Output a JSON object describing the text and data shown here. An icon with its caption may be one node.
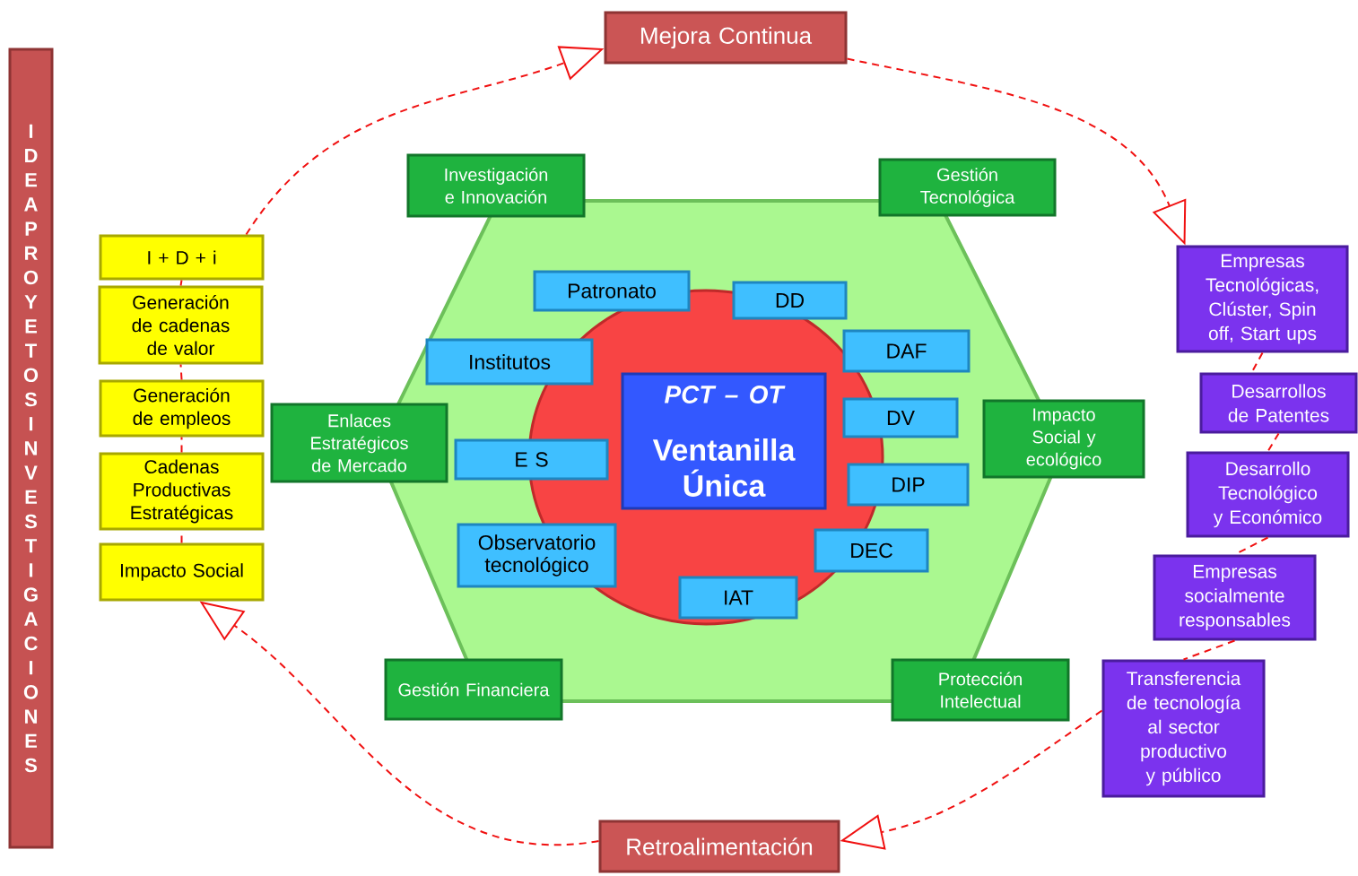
{
  "diagram": {
    "nodes": [
      {
        "text": [
          "IDEA PROYETOS INVESTIGACIONES"
        ]
      },
      {
        "text": [
          "Mejora Continua"
        ]
      },
      {
        "text": [
          "Retroalimentación"
        ]
      },
      {
        "text": [
          "Investigación e Innovación"
        ]
      },
      {
        "text": [
          "Gestión Tecnológica"
        ]
      },
      {
        "text": [
          "Enlaces Estratégicos de Mercado"
        ]
      },
      {
        "text": [
          "Impacto Social y ecológico"
        ]
      },
      {
        "text": [
          "Gestión Financiera"
        ]
      },
      {
        "text": [
          "Protección Intelectual"
        ]
      },
      {
        "text": [
          "Patronato"
        ]
      },
      {
        "text": [
          "DD"
        ]
      },
      {
        "text": [
          "Institutos"
        ]
      },
      {
        "text": [
          "DAF"
        ]
      },
      {
        "text": [
          "PCT – OT",
          "Ventanilla Única"
        ]
      },
      {
        "text": [
          "DV"
        ]
      },
      {
        "text": [
          "E S"
        ]
      },
      {
        "text": [
          "DIP"
        ]
      },
      {
        "text": [
          "Observatorio tecnológico"
        ]
      },
      {
        "text": [
          "DEC"
        ]
      },
      {
        "text": [
          "IAT"
        ]
      },
      {
        "text": [
          "I + D + i"
        ]
      },
      {
        "text": [
          "Generación de cadenas de valor"
        ]
      },
      {
        "text": [
          "Generación de empleos"
        ]
      },
      {
        "text": [
          "Cadenas Productivas Estratégicas"
        ]
      },
      {
        "text": [
          "Impacto Social"
        ]
      },
      {
        "text": [
          "Empresas Tecnológicas, Clúster, Spin off, Start ups"
        ]
      },
      {
        "text": [
          "Desarrollos de Patentes"
        ]
      },
      {
        "text": [
          "Desarrollo Tecnológico y Económico"
        ]
      },
      {
        "text": [
          "Empresas socialmente responsables"
        ]
      },
      {
        "text": [
          "Transferencia de tecnología al sector productivo y público"
        ]
      }
    ],
    "edges": [
      {
        "from": 24,
        "to": 23,
        "arrow": "none",
        "style": "dashed"
      },
      {
        "from": 23,
        "to": 22,
        "arrow": "none",
        "style": "dashed"
      },
      {
        "from": 22,
        "to": 21,
        "arrow": "none",
        "style": "dashed"
      },
      {
        "from": 21,
        "to": 20,
        "arrow": "none",
        "style": "dashed"
      },
      {
        "from": 20,
        "to": 1,
        "arrow": "to",
        "style": "dashed"
      },
      {
        "from": 1,
        "to": 25,
        "arrow": "to",
        "style": "dashed"
      },
      {
        "from": 25,
        "to": 26,
        "arrow": "none",
        "style": "dashed"
      },
      {
        "from": 26,
        "to": 27,
        "arrow": "none",
        "style": "dashed"
      },
      {
        "from": 27,
        "to": 28,
        "arrow": "none",
        "style": "dashed"
      },
      {
        "from": 28,
        "to": 29,
        "arrow": "none",
        "style": "dashed"
      },
      {
        "from": 29,
        "to": 2,
        "arrow": "to",
        "style": "dashed"
      },
      {
        "from": 2,
        "to": 24,
        "arrow": "to",
        "style": "dashed"
      }
    ]
  }
}
